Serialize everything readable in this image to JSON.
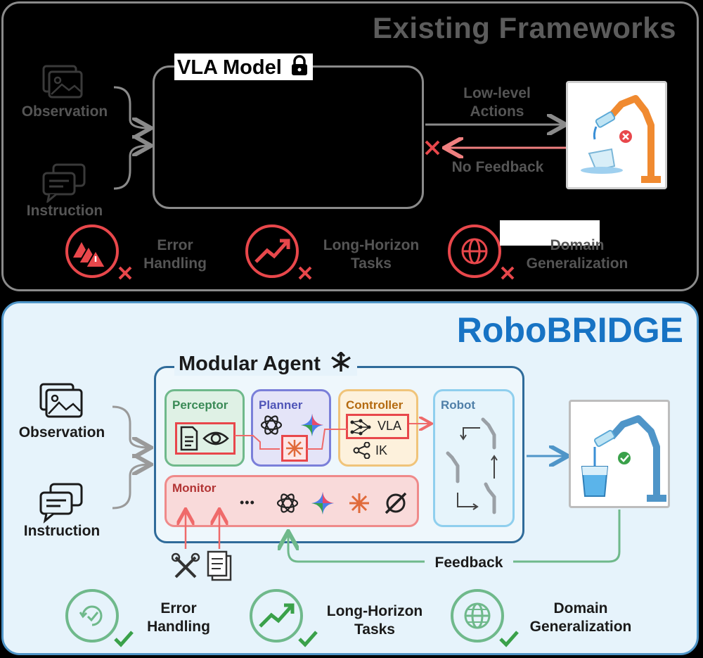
{
  "existing": {
    "title": "Existing Frameworks",
    "observation_label": "Observation",
    "instruction_label": "Instruction",
    "vla_title": "VLA Model",
    "actions_label_line1": "Low-level",
    "actions_label_line2": "Actions",
    "no_feedback_label": "No Feedback",
    "issues": [
      {
        "line1": "Error",
        "line2": "Handling"
      },
      {
        "line1": "Long-Horizon",
        "line2": "Tasks"
      },
      {
        "line1": "Domain",
        "line2": "Generalization"
      }
    ]
  },
  "robobridge": {
    "title": "RoboBRIDGE",
    "observation_label": "Observation",
    "instruction_label": "Instruction",
    "agent_title": "Modular Agent",
    "perceptor_label": "Perceptor",
    "planner_label": "Planner",
    "controller_label": "Controller",
    "vla_label": "VLA",
    "ik_label": "IK",
    "robot_label": "Robot",
    "monitor_label": "Monitor",
    "ellipsis": "•••",
    "feedback_label": "Feedback",
    "benefits": [
      {
        "line1": "Error",
        "line2": "Handling"
      },
      {
        "line1": "Long-Horizon",
        "line2": "Tasks"
      },
      {
        "line1": "Domain",
        "line2": "Generalization"
      }
    ]
  },
  "colors": {
    "top_border": "#8a8a8a",
    "bottom_border": "#4f95c8",
    "brand_blue": "#1773c4",
    "fail_red": "#e8474b",
    "success_green": "#3aa14a",
    "perceptor": "#6fb98b",
    "planner": "#7a7fd9",
    "controller": "#f0c47a",
    "robot": "#8fcfee",
    "monitor": "#ef8a8a"
  }
}
